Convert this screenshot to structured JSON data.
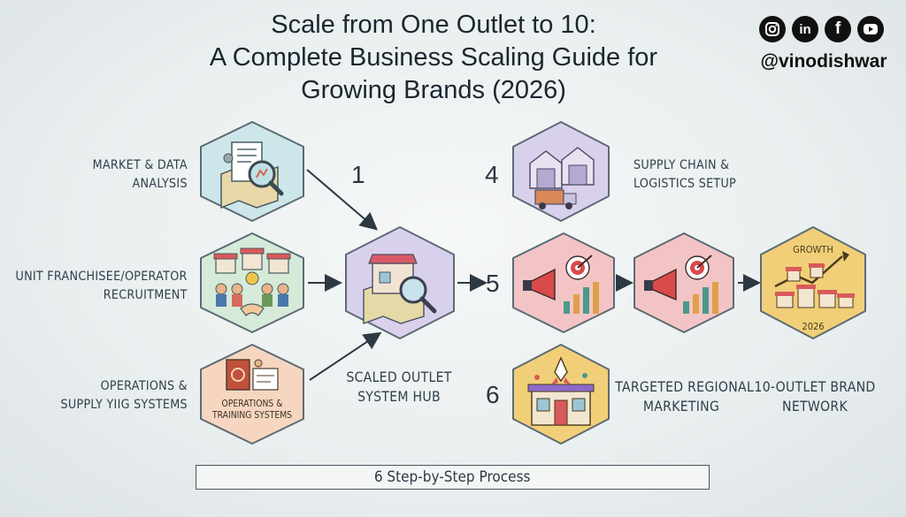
{
  "header": {
    "title_line1": "Scale from One Outlet to 10:",
    "title_line2": "A Complete Business Scaling Guide for",
    "title_line3": "Growing Brands (2026)",
    "handle": "@vinodishwar"
  },
  "social": [
    {
      "icon": "instagram-icon"
    },
    {
      "icon": "linkedin-icon",
      "glyph": "in"
    },
    {
      "icon": "facebook-icon",
      "glyph": "f"
    },
    {
      "icon": "youtube-icon"
    }
  ],
  "labels": {
    "market_line1": "MARKET & DATA",
    "market_line2": "ANALYSIS",
    "franchise_line1": "UNIT FRANCHISEE/OPERATOR",
    "franchise_line2": "RECRUITMENT",
    "ops_line1": "OPERATIONS &",
    "ops_line2": "SUPPLY YIIG SYSTEMS",
    "ops_inner_line1": "OPERATIONS &",
    "ops_inner_line2": "TRAINING SYSTEMS",
    "hub_line1": "SCALED OUTLET",
    "hub_line2": "SYSTEM HUB",
    "supply_line1": "SUPPLY CHAIN &",
    "supply_line2": "LOGISTICS SETUP",
    "marketing_line1": "TARGETED REGIONAL",
    "marketing_line2": "MARKETING",
    "network_line1": "10-OUTLET BRAND",
    "network_line2": "NETWORK",
    "growth": "GROWTH",
    "year": "2026"
  },
  "steps": {
    "n1": "1",
    "n4": "4",
    "n5": "5",
    "n6": "6"
  },
  "footer": {
    "process": "6 Step-by-Step Process"
  },
  "colors": {
    "hex_blue": "#cde6ea",
    "hex_green": "#d6ead9",
    "hex_peach": "#f6d6c0",
    "hex_lavender": "#d9d1ec",
    "hex_pink": "#f3c4c6",
    "hex_gold": "#f1cf78",
    "hex_border": "#5d6b74"
  }
}
